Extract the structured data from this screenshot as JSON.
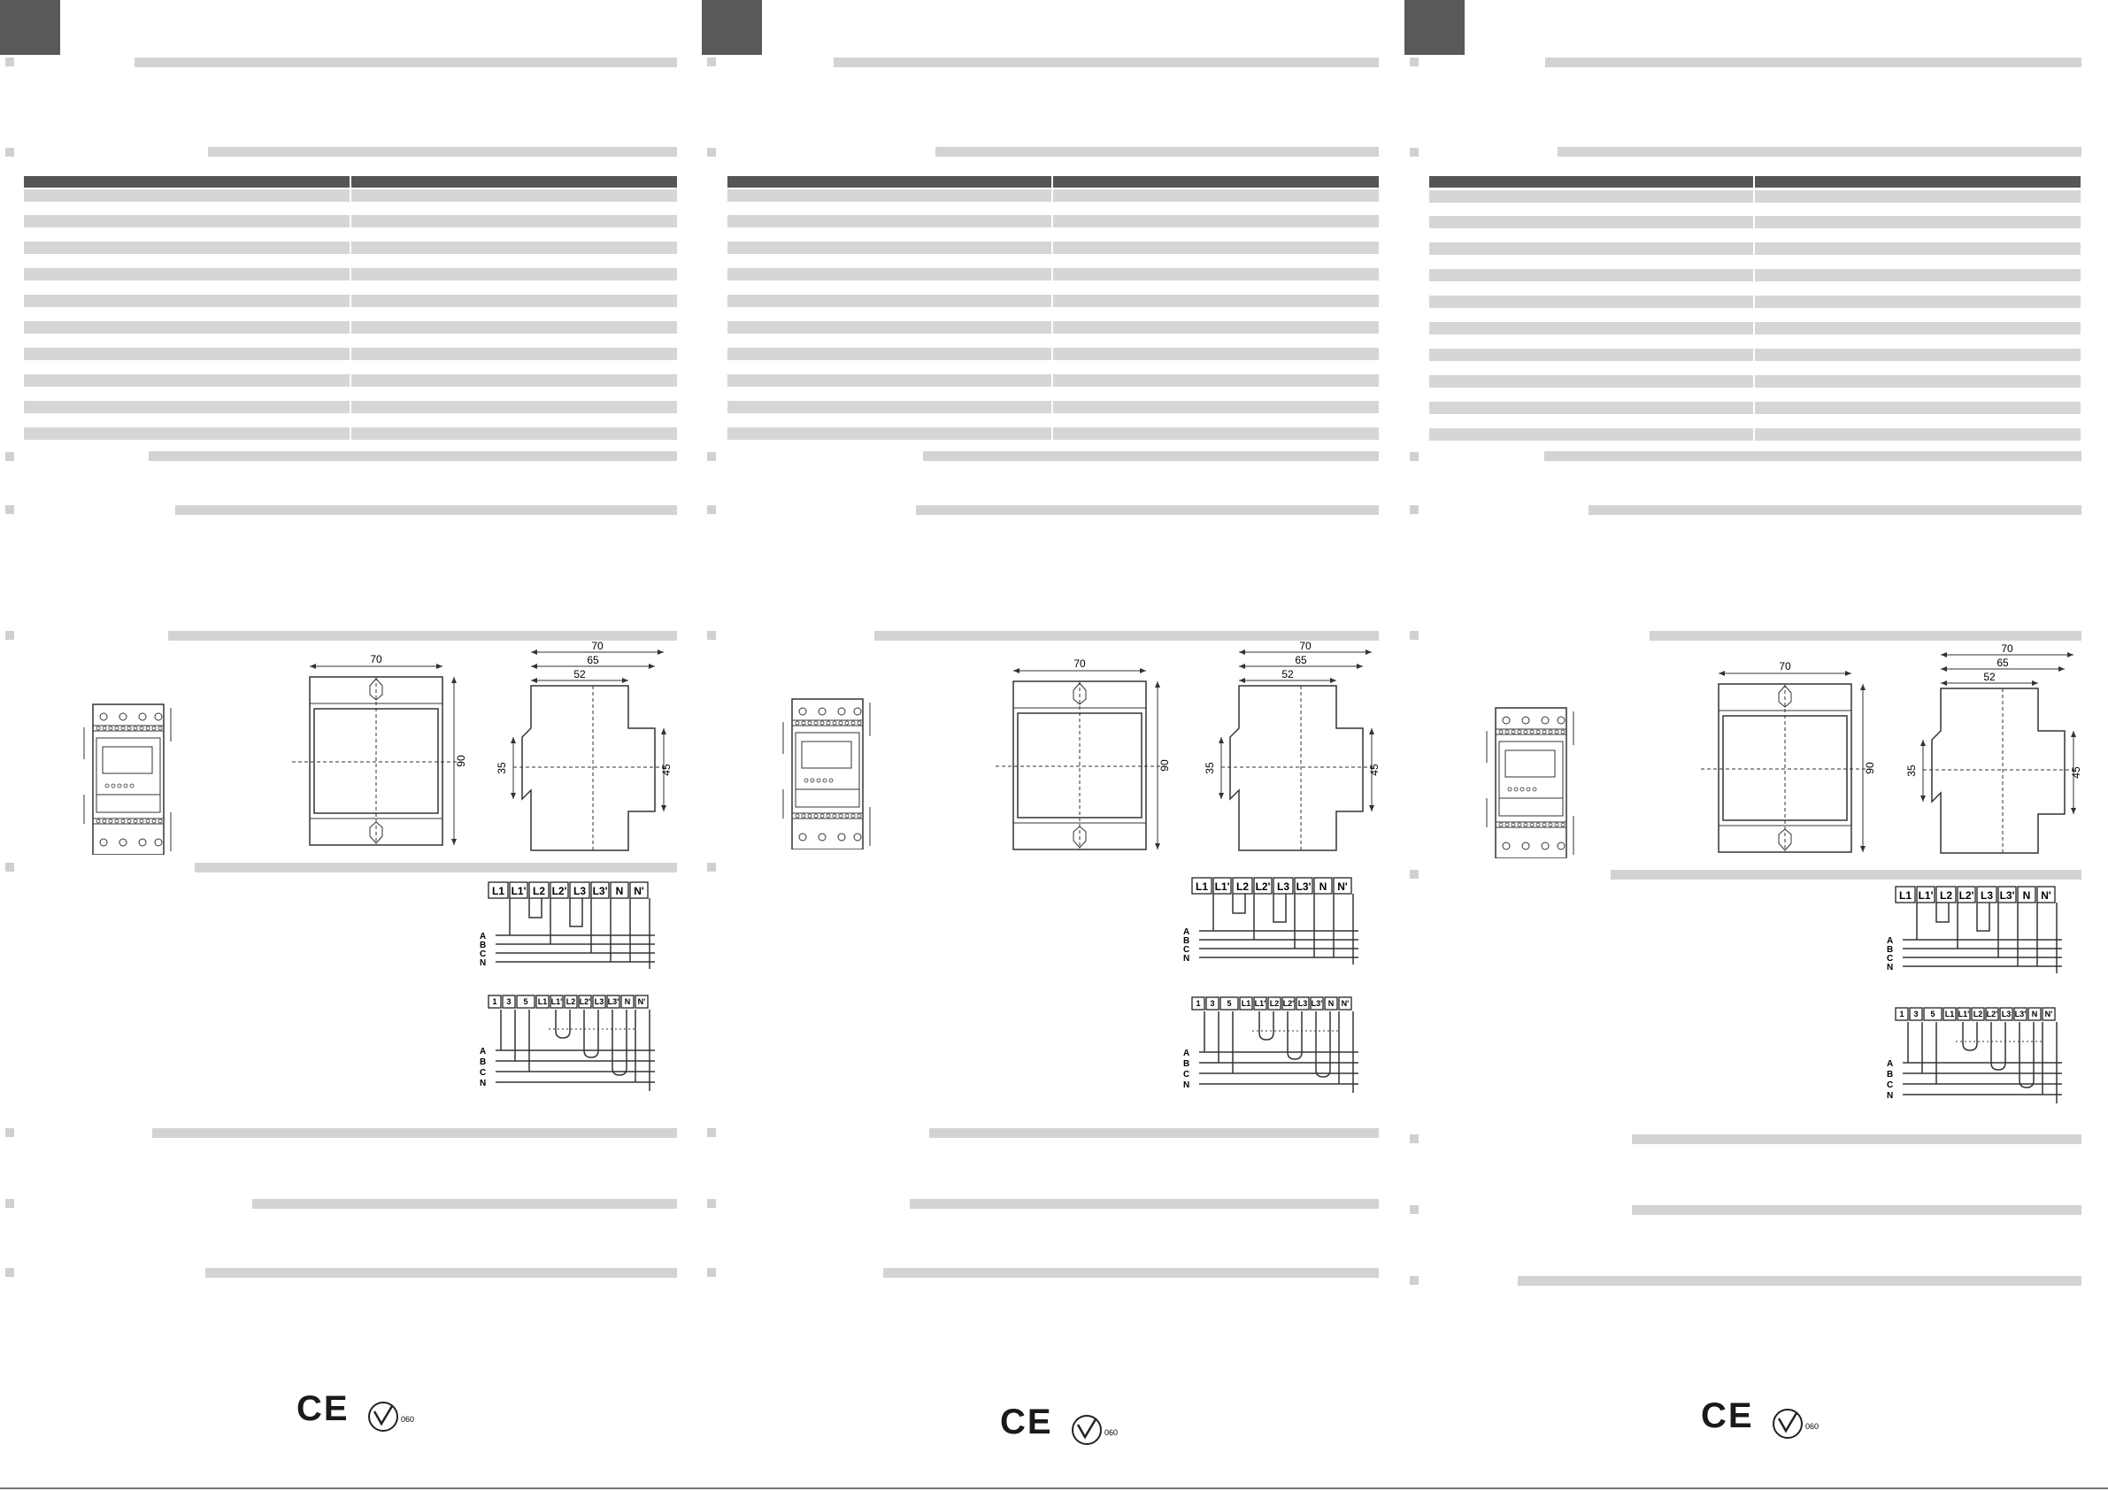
{
  "columns": [
    {
      "id": "page-1"
    },
    {
      "id": "page-2"
    },
    {
      "id": "page-3"
    }
  ],
  "dimensions": {
    "front_width": "70",
    "front_height": "90",
    "side_width_total": "70",
    "side_width_mid": "65",
    "side_width_inner": "52",
    "side_rail": "35",
    "side_height": "45"
  },
  "wiring_direct": {
    "terminals": [
      "L1",
      "L1'",
      "L2",
      "L2'",
      "L3",
      "L3'",
      "N",
      "N'"
    ],
    "lines": [
      "A",
      "B",
      "C",
      "N"
    ]
  },
  "wiring_ct": {
    "terminals": [
      "1",
      "3",
      "5",
      "L1",
      "L1'",
      "L2",
      "L2'",
      "L3",
      "L3'",
      "N",
      "N'"
    ],
    "lines": [
      "A",
      "B",
      "C",
      "N"
    ]
  },
  "marks": {
    "ce": "CE",
    "cert_code": "060"
  },
  "colors": {
    "header_tab": "#595959",
    "placeholder_bar": "#d3d3d3",
    "table_header": "#555555"
  }
}
